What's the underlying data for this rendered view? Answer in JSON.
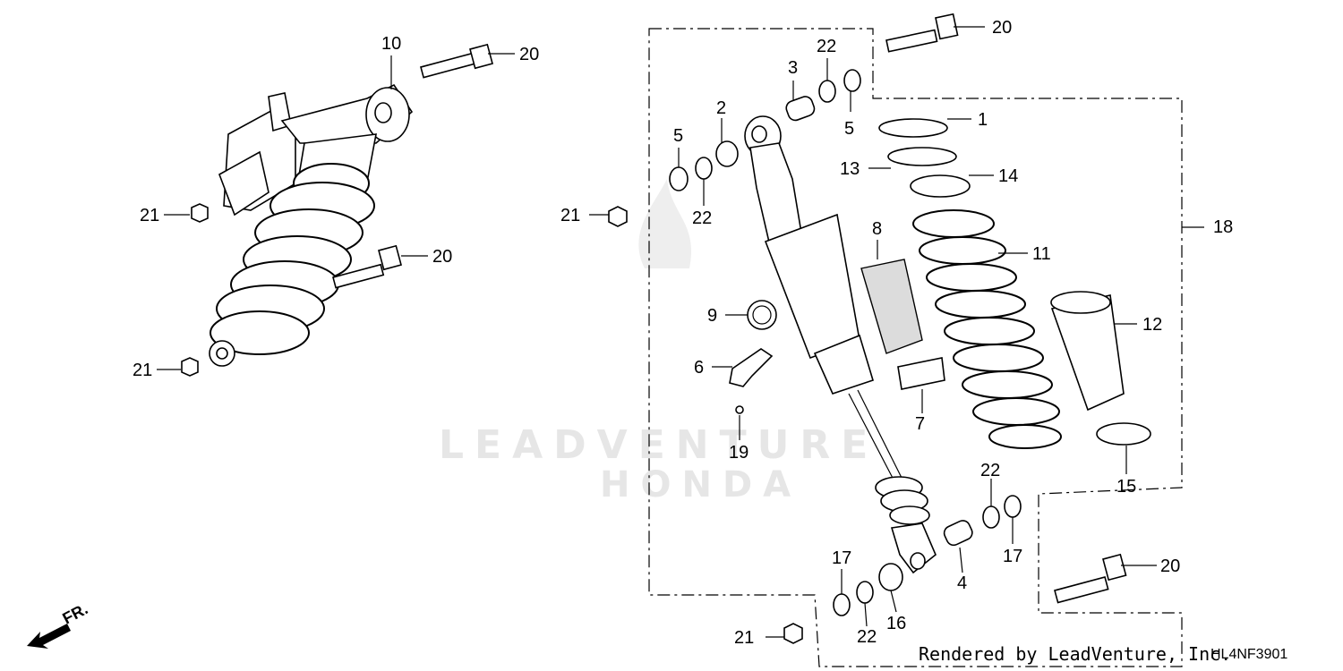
{
  "watermark": {
    "brand": "LEADVENTURE",
    "make": "HONDA"
  },
  "rendered_by": "Rendered by LeadVenture, Inc.",
  "diagram_code": "HL4NF3901",
  "direction_label": "FR.",
  "callouts": {
    "c1": "1",
    "c2": "2",
    "c3": "3",
    "c4": "4",
    "c5a": "5",
    "c5b": "5",
    "c6": "6",
    "c7": "7",
    "c8": "8",
    "c9": "9",
    "c10": "10",
    "c11": "11",
    "c12": "12",
    "c13": "13",
    "c14": "14",
    "c15": "15",
    "c16": "16",
    "c17a": "17",
    "c17b": "17",
    "c18": "18",
    "c19": "19",
    "c20a": "20",
    "c20b": "20",
    "c20c": "20",
    "c20d": "20",
    "c21a": "21",
    "c21b": "21",
    "c21c": "21",
    "c21d": "21",
    "c22a": "22",
    "c22b": "22",
    "c22c": "22",
    "c22d": "22"
  }
}
